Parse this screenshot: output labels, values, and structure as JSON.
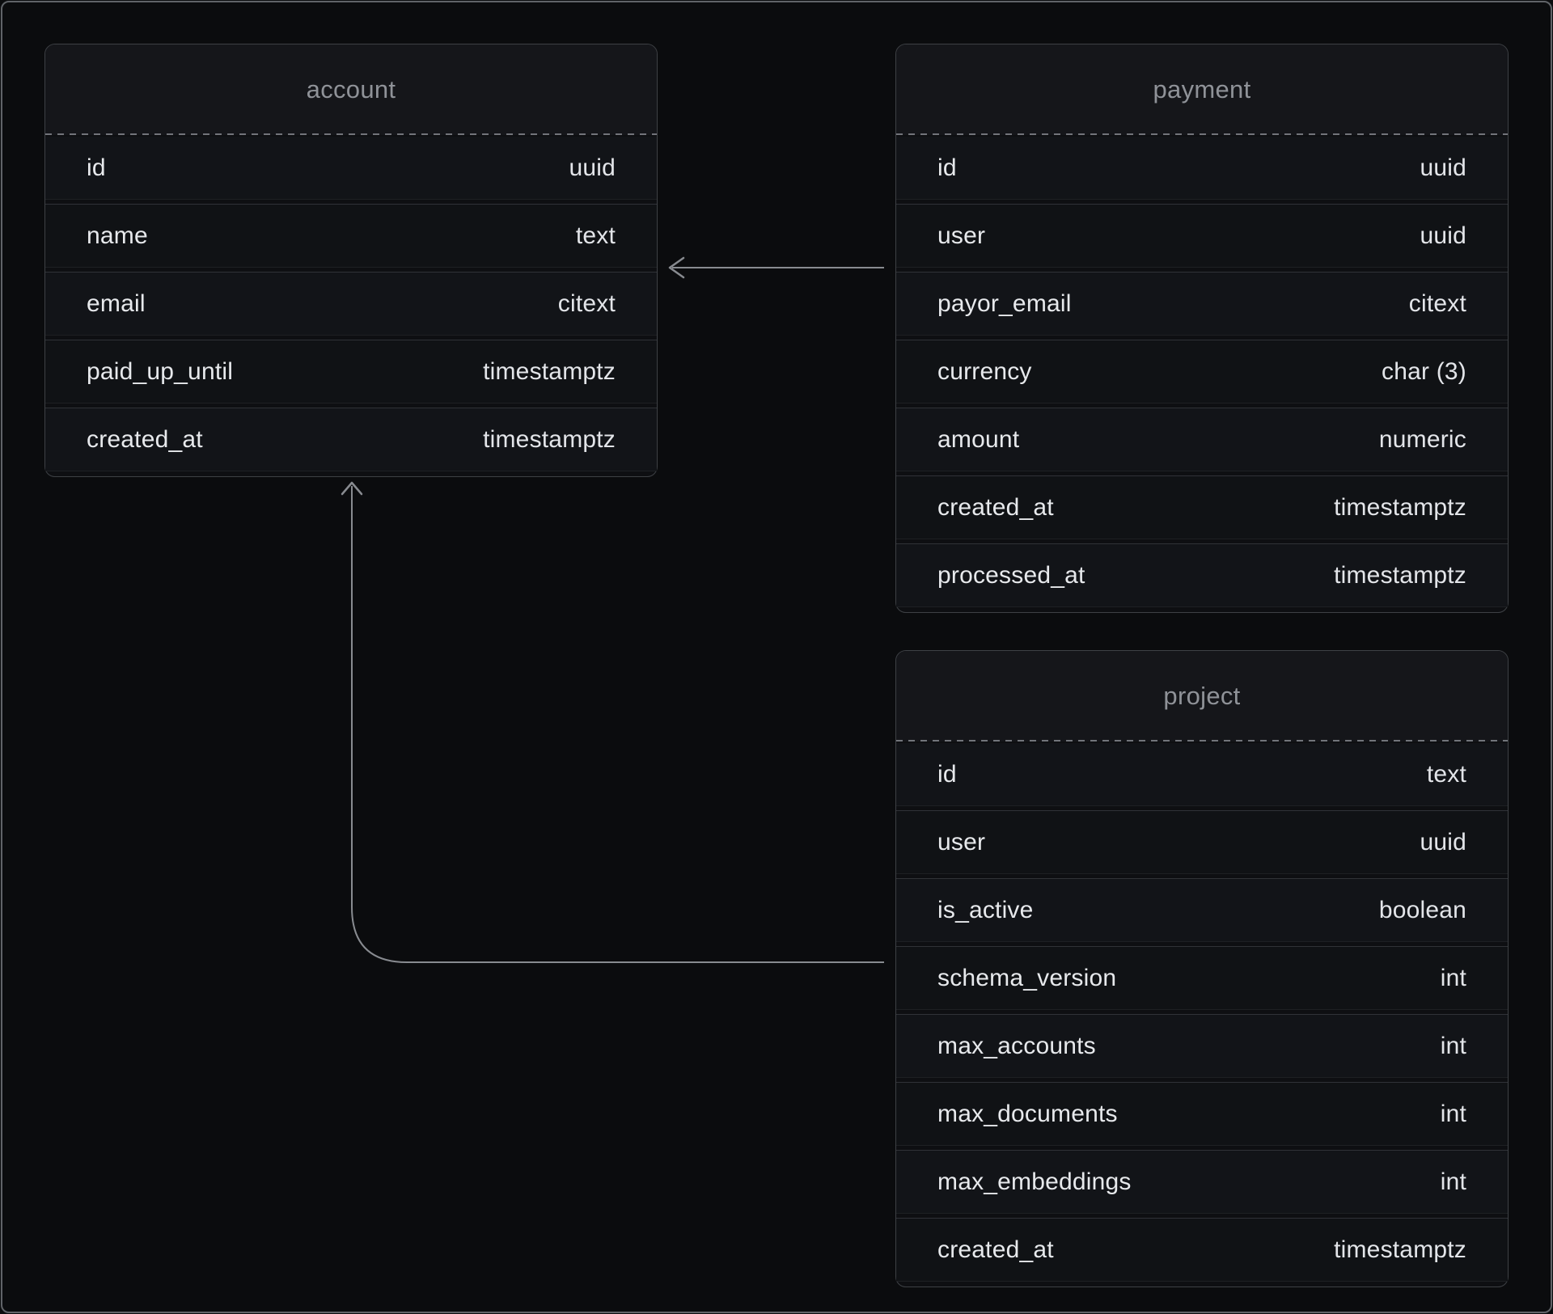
{
  "colors": {
    "page_background": "#0b0c0e",
    "table_background": "#121418",
    "table_border": "#3e4145",
    "title_text": "#8f9298",
    "row_text": "#e7e9ec",
    "wire": "#888b90",
    "frame_border": "#606368"
  },
  "diagram": {
    "tables": [
      {
        "name": "account",
        "columns": [
          {
            "name": "id",
            "type": "uuid"
          },
          {
            "name": "name",
            "type": "text"
          },
          {
            "name": "email",
            "type": "citext"
          },
          {
            "name": "paid_up_until",
            "type": "timestamptz"
          },
          {
            "name": "created_at",
            "type": "timestamptz"
          }
        ]
      },
      {
        "name": "payment",
        "columns": [
          {
            "name": "id",
            "type": "uuid"
          },
          {
            "name": "user",
            "type": "uuid"
          },
          {
            "name": "payor_email",
            "type": "citext"
          },
          {
            "name": "currency",
            "type": "char (3)"
          },
          {
            "name": "amount",
            "type": "numeric"
          },
          {
            "name": "created_at",
            "type": "timestamptz"
          },
          {
            "name": "processed_at",
            "type": "timestamptz"
          }
        ]
      },
      {
        "name": "project",
        "columns": [
          {
            "name": "id",
            "type": "text"
          },
          {
            "name": "user",
            "type": "uuid"
          },
          {
            "name": "is_active",
            "type": "boolean"
          },
          {
            "name": "schema_version",
            "type": "int"
          },
          {
            "name": "max_accounts",
            "type": "int"
          },
          {
            "name": "max_documents",
            "type": "int"
          },
          {
            "name": "max_embeddings",
            "type": "int"
          },
          {
            "name": "created_at",
            "type": "timestamptz"
          }
        ]
      }
    ],
    "relationships": [
      {
        "from_table": "payment",
        "to_table": "account"
      },
      {
        "from_table": "project",
        "to_table": "account"
      }
    ]
  }
}
